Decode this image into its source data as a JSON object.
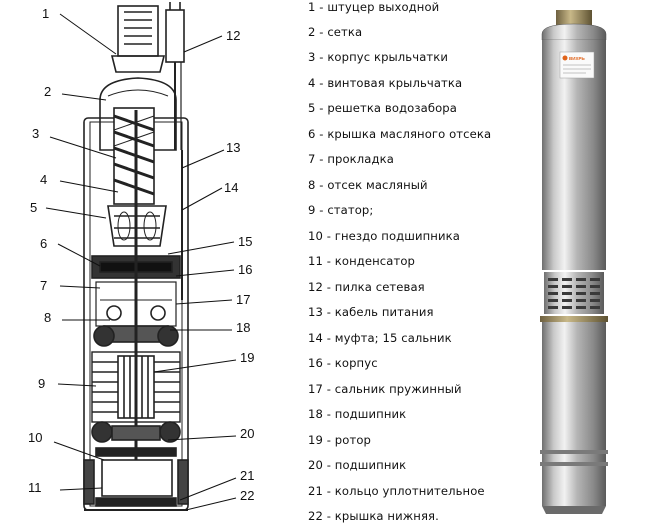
{
  "diagram": {
    "callout_numbers": [
      "1",
      "2",
      "3",
      "4",
      "5",
      "6",
      "7",
      "8",
      "9",
      "10",
      "11",
      "12",
      "13",
      "14",
      "15",
      "16",
      "17",
      "18",
      "19",
      "20",
      "21",
      "22"
    ]
  },
  "legend": {
    "items": [
      "1 - штуцер выходной",
      "2 - сетка",
      "3 - корпус крыльчатки",
      "4 - винтовая крыльчатка",
      "5 - решетка водозабора",
      "6 - крышка масляного отсека",
      "7 - прокладка",
      "8 - отсек масляный",
      "9 - статор;",
      "10 - гнездо подшипника",
      "11 - конденсатор",
      "12 - пилка сетевая",
      "13 - кабель питания",
      "14 - муфта; 15  сальник",
      "16 - корпус",
      "17 - сальник пружинный",
      "18 - подшипник",
      "19 - ротор",
      "20 - подшипник",
      "21 - кольцо уплотнительное",
      "22 - крышка нижняя."
    ]
  },
  "photo": {
    "label_text": "ВИХРЬ",
    "colors": {
      "steel_light": "#f2f2f2",
      "steel_dark": "#6e6e6e",
      "brass": "#9a8a5a"
    }
  }
}
